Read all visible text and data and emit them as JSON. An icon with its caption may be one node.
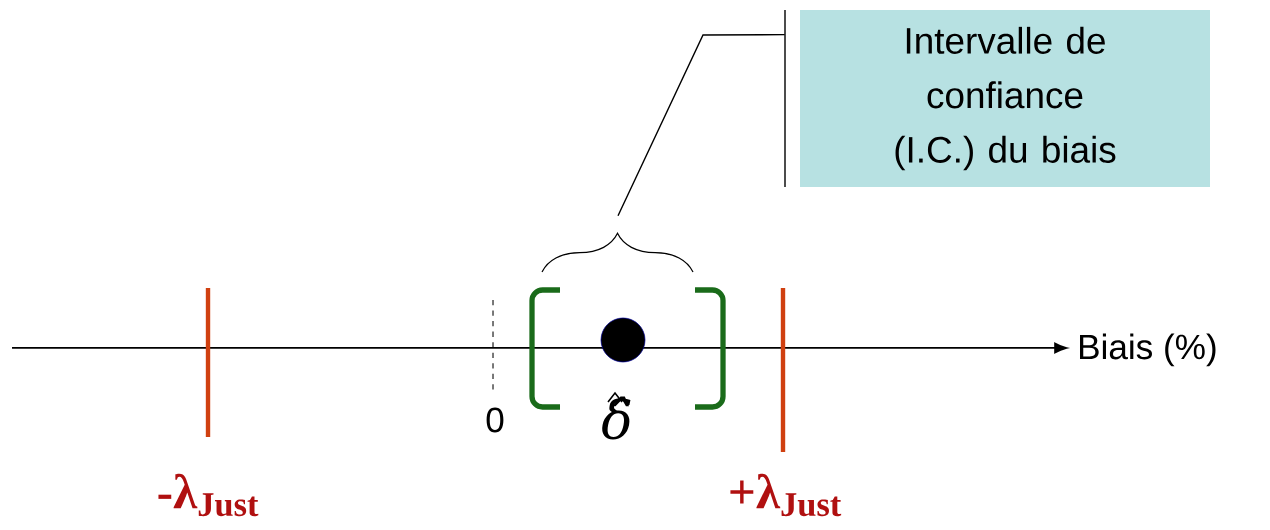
{
  "diagram": {
    "nodes": [
      {
        "text": [
          "Intervalle de confiance (I.C.) du biais"
        ]
      },
      {
        "text": [],
        "shape": "brace"
      }
    ],
    "edges": [
      {
        "from": 0,
        "to": 1,
        "arrow": "none"
      }
    ],
    "labels": [
      "Biais (%)",
      "0",
      "δ̂",
      "-λ$_{Just}$",
      "+λ$_{Just}$"
    ]
  }
}
